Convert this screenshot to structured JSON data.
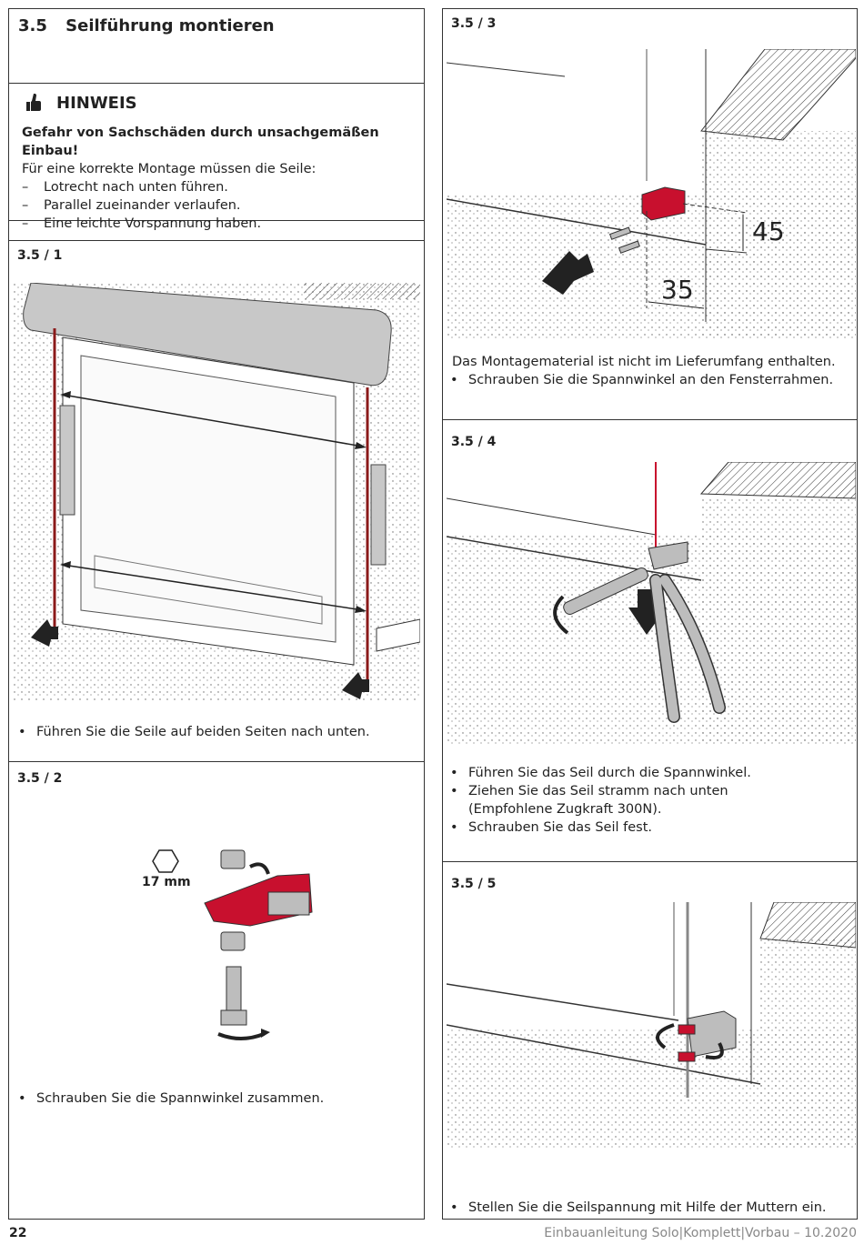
{
  "section": {
    "number": "3.5",
    "title": "Seilführung montieren"
  },
  "notice": {
    "heading": "HINWEIS",
    "warning": "Gefahr von Sachschäden durch unsachgemäßen Einbau!",
    "intro": "Für eine korrekte Montage müssen die Seile:",
    "items": [
      "Lotrecht nach unten führen.",
      "Parallel zueinander verlaufen.",
      "Eine leichte Vorspannung haben."
    ]
  },
  "steps": {
    "s1": {
      "label": "3.5 / 1",
      "bullets": [
        "Führen Sie die Seile auf beiden Seiten nach unten."
      ]
    },
    "s2": {
      "label": "3.5 / 2",
      "wrench_size": "17 mm",
      "bullets": [
        "Schrauben Sie die Spannwinkel zusammen."
      ]
    },
    "s3": {
      "label": "3.5 / 3",
      "dim_vertical": "45",
      "dim_horizontal": "35",
      "note": "Das Montagematerial ist nicht im Lieferumfang enthalten.",
      "bullets": [
        "Schrauben Sie die Spannwinkel an den Fensterrahmen."
      ]
    },
    "s4": {
      "label": "3.5 / 4",
      "bullets": [
        "Führen Sie das Seil durch die Spannwinkel.",
        "Ziehen Sie das Seil stramm nach unten",
        "Schrauben Sie das Seil fest."
      ],
      "continuation": "(Empfohlene Zugkraft 300N)."
    },
    "s5": {
      "label": "3.5 / 5",
      "bullets": [
        "Stellen Sie die Seilspannung mit Hilfe der Muttern ein."
      ]
    }
  },
  "footer": {
    "page_number": "22",
    "document": "Einbauanleitung Solo|Komplett|Vorbau – 10.2020"
  },
  "colors": {
    "accent_red": "#c8102e",
    "dark_red": "#8b1a1a",
    "grey": "#bdbdbd",
    "border": "#333333"
  }
}
